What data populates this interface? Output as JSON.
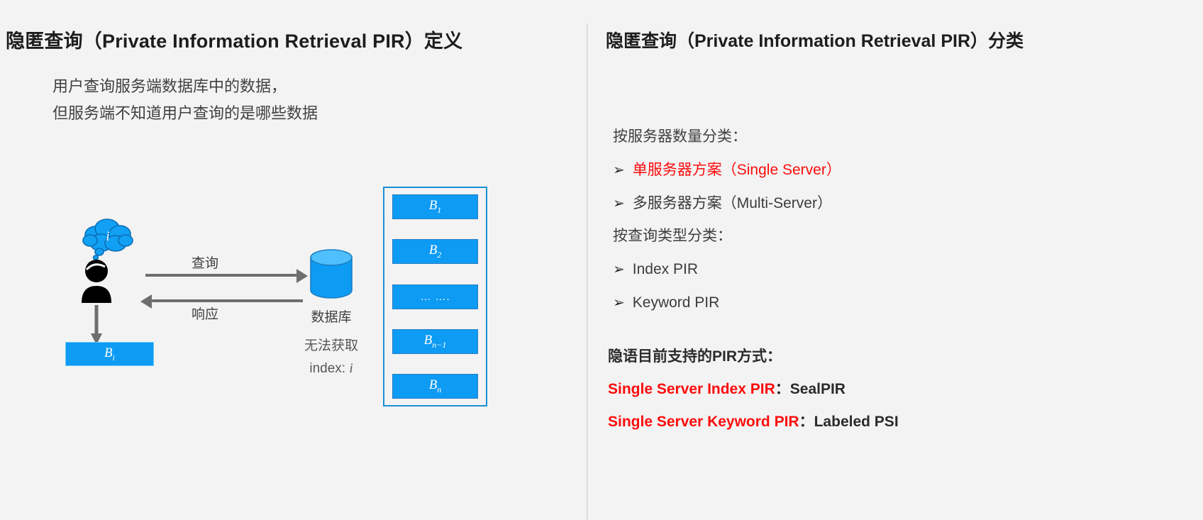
{
  "background_color": "#f3f3f3",
  "accent_blue": "#0d9bf4",
  "accent_red": "#fc0d0d",
  "border_blue": "#1b8fd6",
  "left": {
    "title": "隐匿查询（Private Information Retrieval PIR）定义",
    "description": "用户查询服务端数据库中的数据，\n但服务端不知道用户查询的是哪些数据",
    "diagram": {
      "cloud_label": "i",
      "user_result_box": "B",
      "user_result_box_sub": "i",
      "arrow_query_label": "查询",
      "arrow_response_label": "响应",
      "database_label": "数据库",
      "database_note_line1": "无法获取",
      "database_note_line2_prefix": "index: ",
      "database_note_line2_value": "i",
      "blocks": [
        {
          "label": "B",
          "sub": "1",
          "is_dots": false
        },
        {
          "label": "B",
          "sub": "2",
          "is_dots": false
        },
        {
          "label": "… ….",
          "sub": "",
          "is_dots": true
        },
        {
          "label": "B",
          "sub": "n−1",
          "is_dots": false
        },
        {
          "label": "B",
          "sub": "n",
          "is_dots": false
        }
      ]
    }
  },
  "right": {
    "title": "隐匿查询（Private Information Retrieval PIR）分类",
    "section1_heading": "按服务器数量分类：",
    "section1_items": [
      {
        "bullet": "➢",
        "text": "单服务器方案（Single Server）",
        "style": "red"
      },
      {
        "bullet": "➢",
        "text": "多服务器方案（Multi-Server）",
        "style": "normal"
      }
    ],
    "section2_heading": "按查询类型分类：",
    "section2_items": [
      {
        "bullet": "➢",
        "text": "Index PIR",
        "style": "normal"
      },
      {
        "bullet": "➢",
        "text": "Keyword PIR",
        "style": "normal"
      }
    ],
    "support_heading": "隐语目前支持的PIR方式：",
    "support_rows": [
      {
        "name": "Single Server Index PIR",
        "separator": "：",
        "value": "SealPIR"
      },
      {
        "name": "Single Server Keyword PIR",
        "separator": "：",
        "value": "Labeled PSI"
      }
    ]
  }
}
